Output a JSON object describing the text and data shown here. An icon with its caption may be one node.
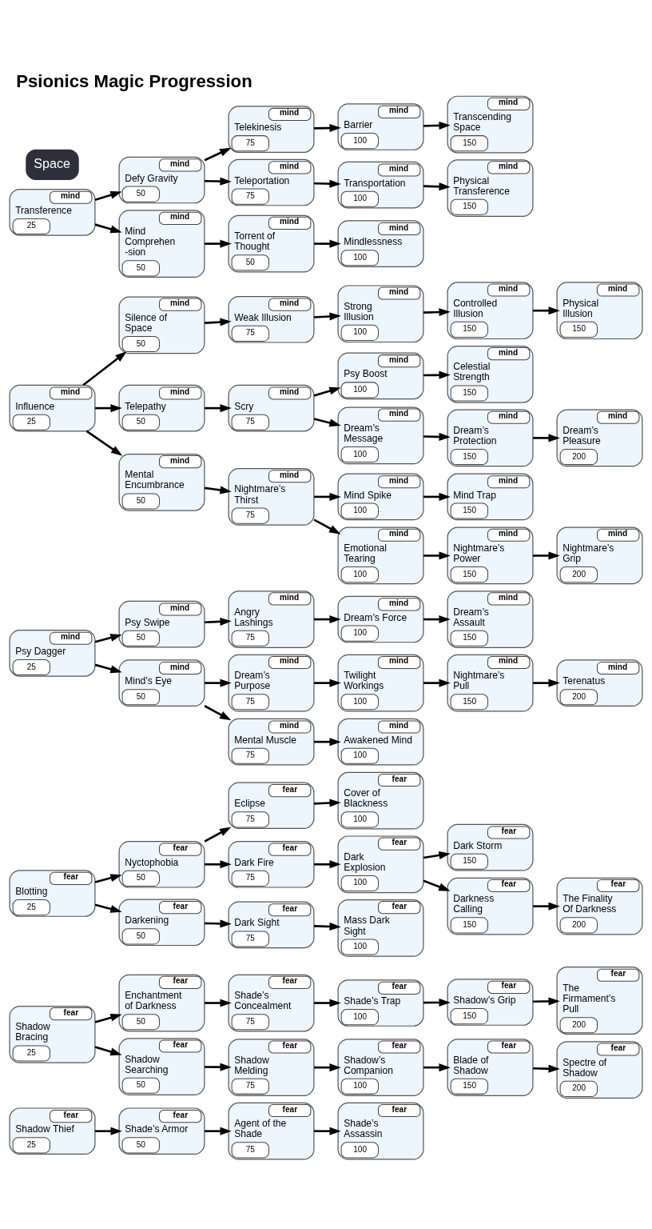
{
  "diagram": {
    "title": "Psionics Magic Progression",
    "nodes": [
      {
        "text": [
          "mind",
          "Transference",
          "25"
        ]
      },
      {
        "text": [
          "mind",
          "Defy Gravity",
          "50"
        ]
      },
      {
        "text": [
          "mind",
          "Telekinesis",
          "75"
        ]
      },
      {
        "text": [
          "mind",
          "Barrier",
          "100"
        ]
      },
      {
        "text": [
          "mind",
          "Transcending Space",
          "150"
        ]
      },
      {
        "text": [
          "mind",
          "Teleportation",
          "75"
        ]
      },
      {
        "text": [
          "mind",
          "Transportation",
          "100"
        ]
      },
      {
        "text": [
          "mind",
          "Physical Transference",
          "150"
        ]
      },
      {
        "text": [
          "mind",
          "Mind Comprehen -sion",
          "50"
        ]
      },
      {
        "text": [
          "mind",
          "Torrent of Thought",
          "50"
        ]
      },
      {
        "text": [
          "mind",
          "Mindlessness",
          "100"
        ]
      },
      {
        "text": [
          "mind",
          "Physical Illusion",
          "150"
        ]
      },
      {
        "text": [
          "mind",
          "Silence of Space",
          "50"
        ]
      },
      {
        "text": [
          "mind",
          "Weak Illusion",
          "75"
        ]
      },
      {
        "text": [
          "mind",
          "Strong Illusion",
          "100"
        ]
      },
      {
        "text": [
          "mind",
          "Controlled Illusion",
          "150"
        ]
      },
      {
        "text": [
          "mind",
          "Influence",
          "25"
        ]
      },
      {
        "text": [
          "mind",
          "Telepathy",
          "50"
        ]
      },
      {
        "text": [
          "mind",
          "Scry",
          "75"
        ]
      },
      {
        "text": [
          "mind",
          "Psy Boost",
          "100"
        ]
      },
      {
        "text": [
          "mind",
          "Celestial Strength",
          "150"
        ]
      },
      {
        "text": [
          "mind",
          "Dream’s Pleasure",
          "200"
        ]
      },
      {
        "text": [
          "mind",
          "Dream’s Message",
          "100"
        ]
      },
      {
        "text": [
          "mind",
          "Dream’s Protection",
          "150"
        ]
      },
      {
        "text": [
          "mind",
          "Mental Encumbrance",
          "50"
        ]
      },
      {
        "text": [
          "mind",
          "Nightmare’s Thirst",
          "75"
        ]
      },
      {
        "text": [
          "mind",
          "Mind Spike",
          "100"
        ]
      },
      {
        "text": [
          "mind",
          "Mind Trap",
          "150"
        ]
      },
      {
        "text": [
          "mind",
          "Emotional Tearing",
          "100"
        ]
      },
      {
        "text": [
          "mind",
          "Nightmare’s Power",
          "150"
        ]
      },
      {
        "text": [
          "mind",
          "Nightmare’s Grip",
          "200"
        ]
      },
      {
        "text": [
          "mind",
          "Psy Swipe",
          "50"
        ]
      },
      {
        "text": [
          "mind",
          "Angry Lashings",
          "75"
        ]
      },
      {
        "text": [
          "mind",
          "Dream’s Force",
          "100"
        ]
      },
      {
        "text": [
          "mind",
          "Dream’s Assault",
          "150"
        ]
      },
      {
        "text": [
          "mind",
          "Psy Dagger",
          "25"
        ]
      },
      {
        "text": [
          "mind",
          "Mind’s Eye",
          "50"
        ]
      },
      {
        "text": [
          "mind",
          "Dream’s Purpose",
          "75"
        ]
      },
      {
        "text": [
          "mind",
          "Twilight Workings",
          "100"
        ]
      },
      {
        "text": [
          "mind",
          "Nightmare’s Pull",
          "150"
        ]
      },
      {
        "text": [
          "mind",
          "Terenatus",
          "200"
        ]
      },
      {
        "text": [
          "mind",
          "Mental Muscle",
          "75"
        ]
      },
      {
        "text": [
          "mind",
          "Awakened Mind",
          "100"
        ]
      },
      {
        "text": [
          "fear",
          "Eclipse",
          "75"
        ]
      },
      {
        "text": [
          "fear",
          "Cover of Blackness",
          "100"
        ]
      },
      {
        "text": [
          "fear",
          "Dark Storm",
          "150"
        ]
      },
      {
        "text": [
          "fear",
          "Blotting",
          "25"
        ]
      },
      {
        "text": [
          "fear",
          "Nyctophobia",
          "50"
        ]
      },
      {
        "text": [
          "fear",
          "Dark Fire",
          "75"
        ]
      },
      {
        "text": [
          "fear",
          "Dark Explosion",
          "100"
        ]
      },
      {
        "text": [
          "fear",
          "Darkness Calling",
          "150"
        ]
      },
      {
        "text": [
          "fear",
          "Darkening",
          "50"
        ]
      },
      {
        "text": [
          "fear",
          "Dark Sight",
          "75"
        ]
      },
      {
        "text": [
          "fear",
          "Mass Dark Sight",
          "100"
        ]
      },
      {
        "text": [
          "fear",
          "The Finality Of Darkness",
          "200"
        ]
      },
      {
        "text": [
          "fear",
          "The Firmament’s Pull",
          "200"
        ]
      },
      {
        "text": [
          "fear",
          "Enchantment of Darkness",
          "50"
        ]
      },
      {
        "text": [
          "fear",
          "Shade’s Concealment",
          "75"
        ]
      },
      {
        "text": [
          "fear",
          "Shade’s Trap",
          "100"
        ]
      },
      {
        "text": [
          "fear",
          "Shadow’s Grip",
          "150"
        ]
      },
      {
        "text": [
          "fear",
          "Shadow Bracing",
          "25"
        ]
      },
      {
        "text": [
          "fear",
          "Shadow Searching",
          "50"
        ]
      },
      {
        "text": [
          "fear",
          "Shadow Melding",
          "75"
        ]
      },
      {
        "text": [
          "fear",
          "Shadow’s Companion",
          "100"
        ]
      },
      {
        "text": [
          "fear",
          "Blade of Shadow",
          "150"
        ]
      },
      {
        "text": [
          "fear",
          "Shadow Thief",
          "25"
        ]
      },
      {
        "text": [
          "fear",
          "Shade’s Armor",
          "50"
        ]
      },
      {
        "text": [
          "fear",
          "Agent of the Shade",
          "75"
        ]
      },
      {
        "text": [
          "fear",
          "Shade’s Assassin",
          "100"
        ]
      },
      {
        "text": [
          "fear",
          "Spectre of Shadow",
          "200"
        ]
      }
    ],
    "edges": [
      {
        "from": 0,
        "to": 1,
        "arrow": "to"
      },
      {
        "from": 0,
        "to": 8,
        "arrow": "to"
      },
      {
        "from": 1,
        "to": 2,
        "arrow": "to"
      },
      {
        "from": 1,
        "to": 5,
        "arrow": "to"
      },
      {
        "from": 2,
        "to": 3,
        "arrow": "to"
      },
      {
        "from": 3,
        "to": 4,
        "arrow": "to"
      },
      {
        "from": 5,
        "to": 6,
        "arrow": "to"
      },
      {
        "from": 6,
        "to": 7,
        "arrow": "to"
      },
      {
        "from": 8,
        "to": 9,
        "arrow": "to"
      },
      {
        "from": 9,
        "to": 10,
        "arrow": "to"
      },
      {
        "from": 16,
        "to": 12,
        "arrow": "to"
      },
      {
        "from": 16,
        "to": 17,
        "arrow": "to"
      },
      {
        "from": 16,
        "to": 24,
        "arrow": "to"
      },
      {
        "from": 12,
        "to": 13,
        "arrow": "to"
      },
      {
        "from": 13,
        "to": 14,
        "arrow": "to"
      },
      {
        "from": 14,
        "to": 15,
        "arrow": "to"
      },
      {
        "from": 15,
        "to": 11,
        "arrow": "to"
      },
      {
        "from": 17,
        "to": 18,
        "arrow": "to"
      },
      {
        "from": 18,
        "to": 19,
        "arrow": "to"
      },
      {
        "from": 18,
        "to": 22,
        "arrow": "to"
      },
      {
        "from": 19,
        "to": 20,
        "arrow": "to"
      },
      {
        "from": 22,
        "to": 23,
        "arrow": "to"
      },
      {
        "from": 23,
        "to": 21,
        "arrow": "to"
      },
      {
        "from": 24,
        "to": 25,
        "arrow": "to"
      },
      {
        "from": 25,
        "to": 26,
        "arrow": "to"
      },
      {
        "from": 25,
        "to": 28,
        "arrow": "to"
      },
      {
        "from": 26,
        "to": 27,
        "arrow": "to"
      },
      {
        "from": 28,
        "to": 29,
        "arrow": "to"
      },
      {
        "from": 29,
        "to": 30,
        "arrow": "to"
      },
      {
        "from": 35,
        "to": 31,
        "arrow": "to"
      },
      {
        "from": 35,
        "to": 36,
        "arrow": "to"
      },
      {
        "from": 31,
        "to": 32,
        "arrow": "to"
      },
      {
        "from": 32,
        "to": 33,
        "arrow": "to"
      },
      {
        "from": 33,
        "to": 34,
        "arrow": "to"
      },
      {
        "from": 36,
        "to": 37,
        "arrow": "to"
      },
      {
        "from": 36,
        "to": 41,
        "arrow": "to"
      },
      {
        "from": 37,
        "to": 38,
        "arrow": "to"
      },
      {
        "from": 38,
        "to": 39,
        "arrow": "to"
      },
      {
        "from": 39,
        "to": 40,
        "arrow": "to"
      },
      {
        "from": 41,
        "to": 42,
        "arrow": "to"
      },
      {
        "from": 46,
        "to": 47,
        "arrow": "to"
      },
      {
        "from": 46,
        "to": 51,
        "arrow": "to"
      },
      {
        "from": 47,
        "to": 43,
        "arrow": "to"
      },
      {
        "from": 47,
        "to": 48,
        "arrow": "to"
      },
      {
        "from": 43,
        "to": 44,
        "arrow": "to"
      },
      {
        "from": 48,
        "to": 49,
        "arrow": "to"
      },
      {
        "from": 49,
        "to": 45,
        "arrow": "to"
      },
      {
        "from": 49,
        "to": 50,
        "arrow": "to"
      },
      {
        "from": 50,
        "to": 54,
        "arrow": "to"
      },
      {
        "from": 51,
        "to": 52,
        "arrow": "to"
      },
      {
        "from": 52,
        "to": 53,
        "arrow": "to"
      },
      {
        "from": 60,
        "to": 56,
        "arrow": "to"
      },
      {
        "from": 60,
        "to": 61,
        "arrow": "to"
      },
      {
        "from": 56,
        "to": 57,
        "arrow": "to"
      },
      {
        "from": 57,
        "to": 58,
        "arrow": "to"
      },
      {
        "from": 58,
        "to": 59,
        "arrow": "to"
      },
      {
        "from": 59,
        "to": 55,
        "arrow": "to"
      },
      {
        "from": 61,
        "to": 62,
        "arrow": "to"
      },
      {
        "from": 62,
        "to": 63,
        "arrow": "to"
      },
      {
        "from": 63,
        "to": 64,
        "arrow": "to"
      },
      {
        "from": 64,
        "to": 69,
        "arrow": "to"
      },
      {
        "from": 65,
        "to": 66,
        "arrow": "to"
      },
      {
        "from": 66,
        "to": 67,
        "arrow": "to"
      },
      {
        "from": 67,
        "to": 68,
        "arrow": "to"
      }
    ],
    "labels": [
      "Space"
    ]
  }
}
